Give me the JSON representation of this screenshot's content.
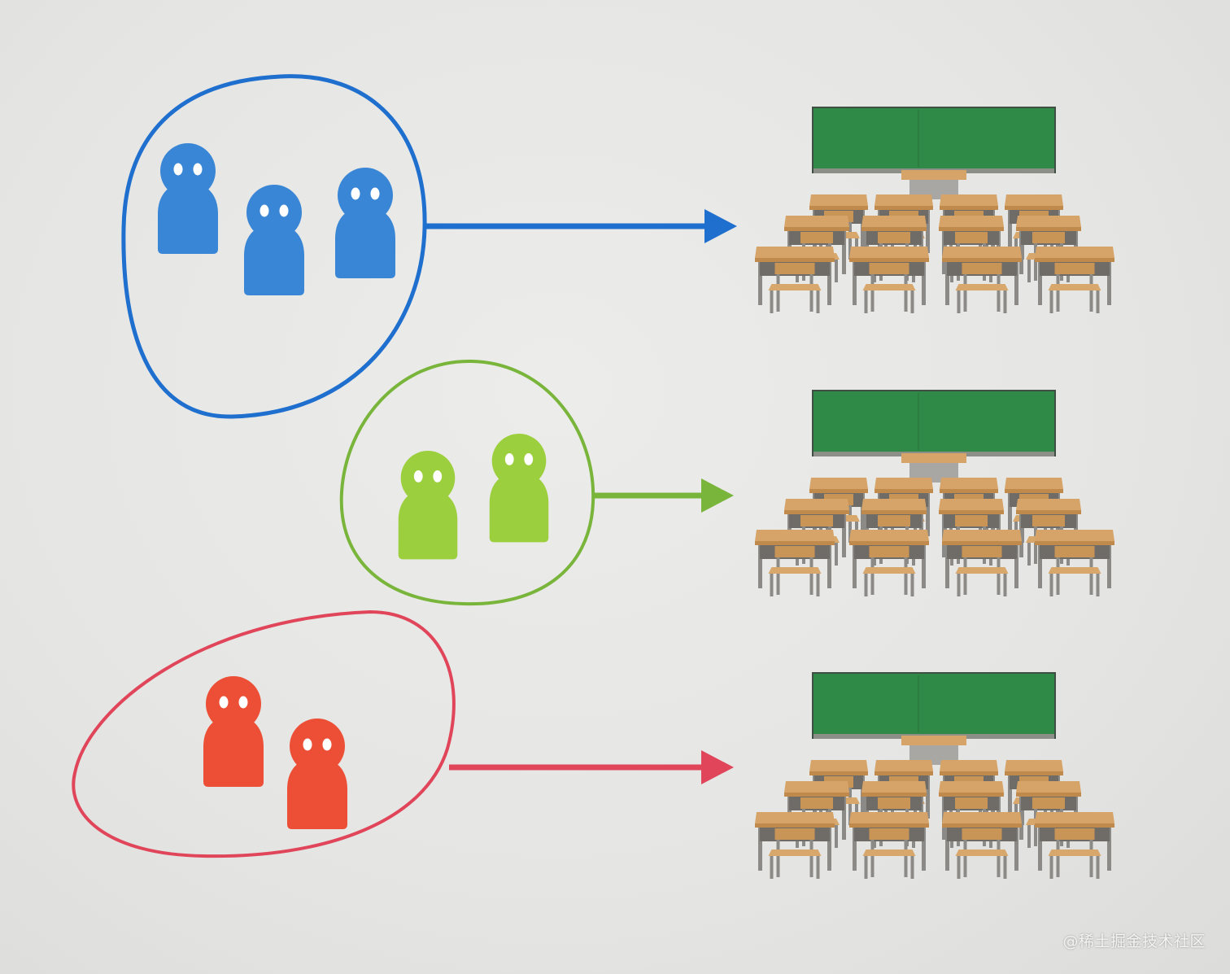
{
  "colors": {
    "background": "#e6e6e4",
    "blue": "#3a86d6",
    "blue_ring": "#1f6fcf",
    "green": "#9ccf3e",
    "green_ring": "#79b53a",
    "red": "#ec4f36",
    "red_ring": "#e0455a",
    "chalkboard": "#2f8a47",
    "chalkboard_frame": "#3f4f43",
    "desk_top": "#d6a468",
    "desk_front": "#c08a4d",
    "leg": "#8c8a86"
  },
  "groups": [
    {
      "id": "blue",
      "people": 3,
      "classroom": "classroom"
    },
    {
      "id": "green",
      "people": 2,
      "classroom": "classroom"
    },
    {
      "id": "red",
      "people": 2,
      "classroom": "classroom"
    }
  ],
  "watermark": "@稀土掘金技术社区"
}
